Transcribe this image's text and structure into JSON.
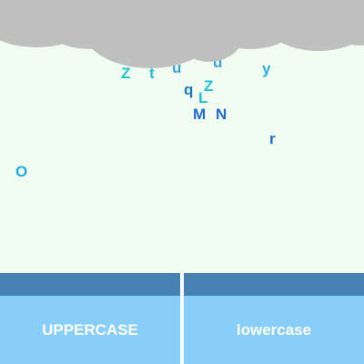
{
  "colors": {
    "background": "#f0fdf0",
    "cloud": "#c0c0c0",
    "bin_body": "#87cefa",
    "bin_lid": "#4682b4",
    "bin_text": "#ffffff"
  },
  "bins": {
    "uppercase_label": "UPPERCASE",
    "lowercase_label": "lowercase"
  },
  "falling_letters": [
    {
      "char": "Z",
      "color": "#20c0d8"
    },
    {
      "char": "t",
      "color": "#20c0d8"
    },
    {
      "char": "u",
      "color": "#3aa0e0"
    },
    {
      "char": "u",
      "color": "#3aa0e0"
    },
    {
      "char": "y",
      "color": "#20b0e0"
    },
    {
      "char": "q",
      "color": "#1e78c8"
    },
    {
      "char": "Z",
      "color": "#20c0d8"
    },
    {
      "char": "L",
      "color": "#20c0d8"
    },
    {
      "char": "M",
      "color": "#1e6ad0"
    },
    {
      "char": "N",
      "color": "#1e6ad0"
    },
    {
      "char": "r",
      "color": "#1e6ad0"
    },
    {
      "char": "O",
      "color": "#20a8e8"
    }
  ]
}
